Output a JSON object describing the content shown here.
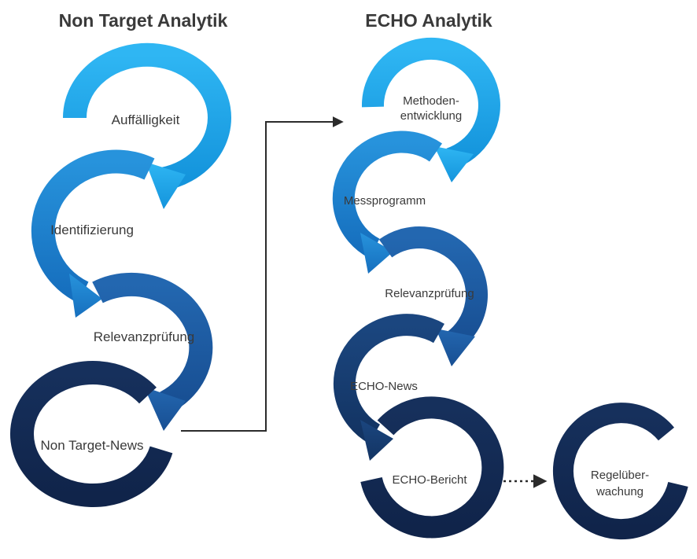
{
  "left": {
    "title": "Non Target Analytik",
    "steps": [
      "Auffälligkeit",
      "Identifizierung",
      "Relevanzprüfung",
      "Non Target-News"
    ]
  },
  "right": {
    "title": "ECHO Analytik",
    "steps": {
      "methoden_line1": "Methoden-",
      "methoden_line2": "entwicklung",
      "messprogramm": "Messprogramm",
      "relevanz": "Relevanzprüfung",
      "news": "ECHO-News",
      "bericht": "ECHO-Bericht"
    },
    "regel_line1": "Regelüber-",
    "regel_line2": "wachung"
  },
  "colors": {
    "light": "#1aa3e8",
    "mid": "#1a7fd0",
    "darkmid": "#1b5ea8",
    "navy": "#173c72",
    "darknavy": "#142a52",
    "text": "#3a3a3a",
    "connector": "#2b2b2b"
  }
}
